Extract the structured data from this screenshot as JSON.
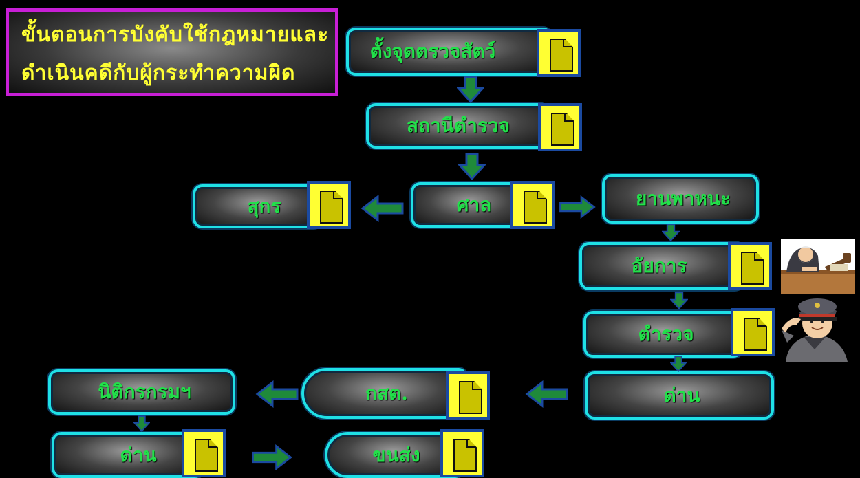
{
  "title": {
    "line1": "ขั้นตอนการบังคับใช้กฎหมายและ",
    "line2": "ดำเนินคดีกับผู้กระทำความผิด"
  },
  "nodes": {
    "checkpoint": "ตั้งจุดตรวจสัตว์",
    "station": "สถานีตำรวจ",
    "court": "ศาล",
    "pig": "สุกร",
    "vehicle": "ยานพาหนะ",
    "prosecutor": "อัยการ",
    "police": "ตำรวจ",
    "checkpoint_right": "ด่าน",
    "dld": "กสต.",
    "legal": "นิติกรกรมฯ",
    "checkpoint_left": "ด่าน",
    "transport": "ขนส่ง"
  },
  "icons": {
    "document": "document-icon",
    "arrow": "arrow-icon",
    "prosecutor_picture": "judge-clipart-icon",
    "police_picture": "police-officer-clipart-icon"
  },
  "colors": {
    "background": "#000000",
    "title_border": "#c81fd6",
    "title_text": "#ffff33",
    "node_border": "#1fe0e6",
    "node_text": "#22e04a",
    "arrow_fill": "#1f8a3a",
    "arrow_outline": "#1b4aa0",
    "doc_fill": "#ffff33"
  }
}
